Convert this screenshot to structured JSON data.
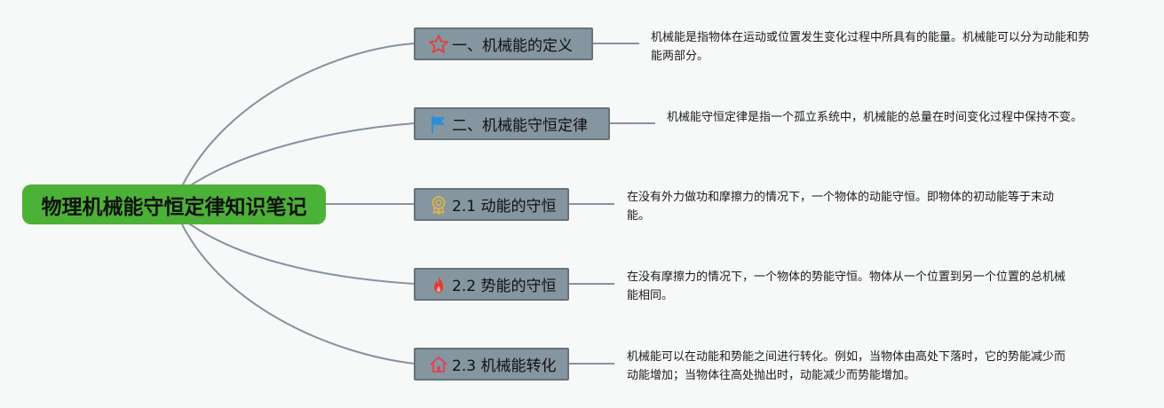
{
  "root": {
    "title": "物理机械能守恒定律知识笔记"
  },
  "branches": [
    {
      "label": "一、机械能的定义",
      "icon": "star-icon",
      "note": "机械能是指物体在运动或位置发生变化过程中所具有的能量。机械能可以分为动能和势能两部分。"
    },
    {
      "label": "二、机械能守恒定律",
      "icon": "flag-icon",
      "note": "机械能守恒定律是指一个孤立系统中，机械能的总量在时间变化过程中保持不变。"
    },
    {
      "label": "2.1 动能的守恒",
      "icon": "medal-icon",
      "note": "在没有外力做功和摩擦力的情况下，一个物体的动能守恒。即物体的初动能等于末动能。"
    },
    {
      "label": "2.2 势能的守恒",
      "icon": "fire-icon",
      "note": "在没有摩擦力的情况下，一个物体的势能守恒。物体从一个位置到另一个位置的总机械能相同。"
    },
    {
      "label": "2.3 机械能转化",
      "icon": "house-icon",
      "note": "机械能可以在动能和势能之间进行转化。例如，当物体由高处下落时，它的势能减少而动能增加；当物体往高处抛出时，动能减少而势能增加。"
    }
  ],
  "colors": {
    "root_fill": "#4cb137",
    "branch_fill": "#8696a0",
    "connector": "#8592a0",
    "star": "#e0403c",
    "flag": "#2f8fd6",
    "medal": "#e1b446",
    "fire": "#e8372b",
    "house": "#d9475a"
  }
}
